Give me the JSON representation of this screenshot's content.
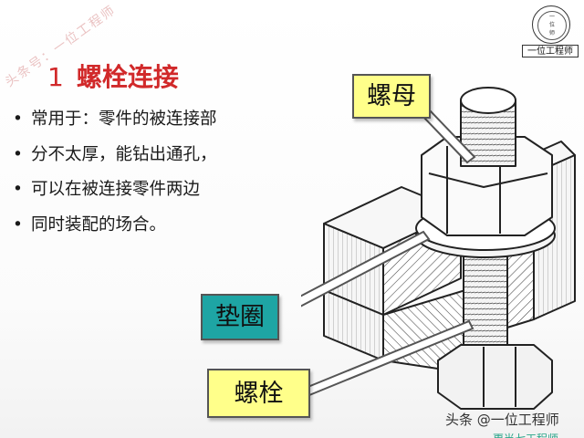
{
  "watermark": "头条号：一位工程师",
  "seal": {
    "chars": [
      "一",
      "位",
      "师"
    ],
    "label": "一位工程师"
  },
  "title": {
    "number": "1",
    "text": "螺栓连接"
  },
  "bullet_symbol": "•",
  "bullets": [
    "常用于：零件的被连接部",
    "分不太厚，能钻出通孔，",
    "可以在被连接零件两边",
    "同时装配的场合。"
  ],
  "callouts": {
    "nut": "螺母",
    "washer": "垫圈",
    "bolt": "螺栓"
  },
  "footer": {
    "text": "头条 @一位工程师",
    "partial_below": "更当七工程师"
  },
  "colors": {
    "title": "#d1292a",
    "callout_yellow": "#ffff8a",
    "callout_teal": "#1ea5a4",
    "footer_accent": "#2aa58a"
  }
}
